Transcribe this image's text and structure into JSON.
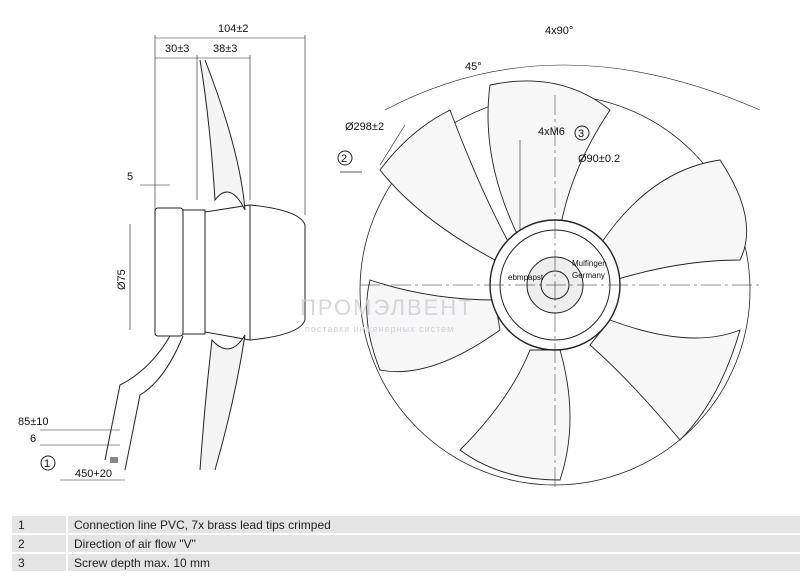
{
  "dimensions": {
    "overall_depth": "104±2",
    "d30": "30±3",
    "d38": "38±3",
    "d5": "5",
    "dia75": "Ø75",
    "lead85": "85±10",
    "lead6": "6",
    "lead450": "450+20",
    "angle4x90": "4x90°",
    "angle45": "45°",
    "dia298": "Ø298±2",
    "screws": "4xM6",
    "dia90": "Ø90±0.2"
  },
  "callouts": {
    "c1": "1",
    "c2": "2",
    "c3": "3"
  },
  "motor_label": {
    "brand": "ebmpapst",
    "line1": "Mulfingen",
    "line2": "Germany"
  },
  "watermark": {
    "name": "ПРОМЭЛВЕНТ",
    "tagline": "поставки инженерных систем"
  },
  "legend": [
    {
      "num": "1",
      "text": "Connection line PVC, 7x brass lead tips crimped"
    },
    {
      "num": "2",
      "text": "Direction of air flow \"V\""
    },
    {
      "num": "3",
      "text": "Screw depth max. 10 mm"
    }
  ]
}
